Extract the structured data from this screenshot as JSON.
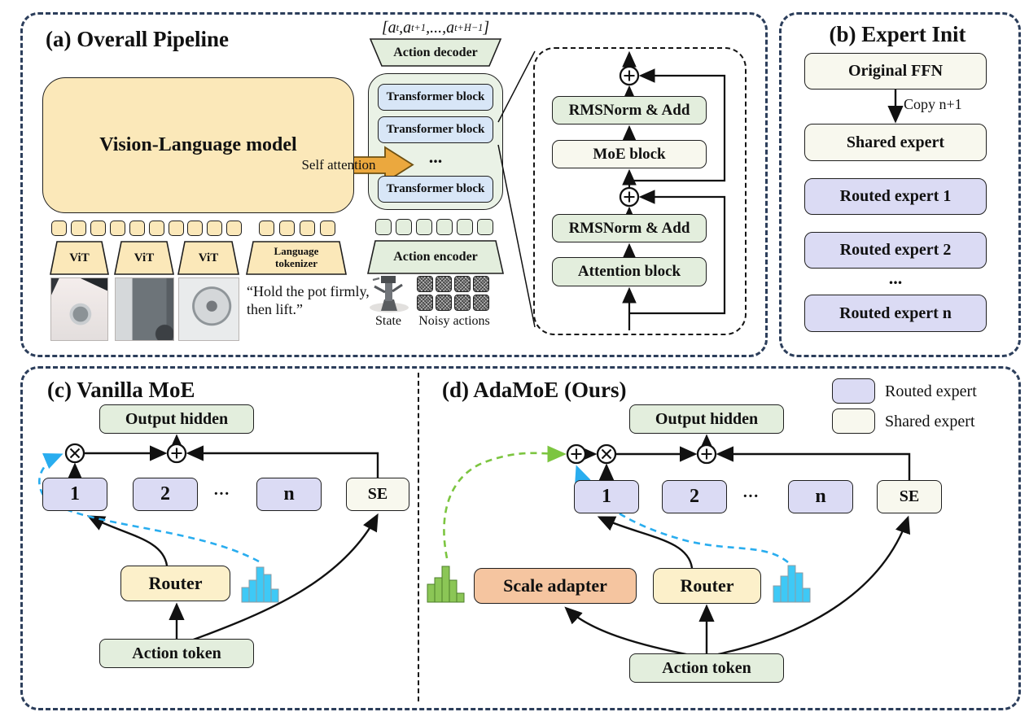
{
  "colors": {
    "panel_dash_navy": "#2c3e5b",
    "inner_dash_black": "#141414",
    "vlm_yellow": "#fbe8b9",
    "sage_green": "#e3eedd",
    "transformer_blue": "#d8e6f7",
    "shared_cream": "#f8f8ee",
    "routed_lavender": "#dbdbf4",
    "router_yellow": "#fcf0ca",
    "scale_adapter_salmon": "#f5c5a0",
    "self_attention_orange": "#eba83e",
    "histogram_blue": "#3ec9f6",
    "histogram_green": "#8bc656",
    "dashed_curve_blue": "#29adef",
    "dashed_curve_green": "#7cc540"
  },
  "panel_a": {
    "title": "(a) Overall Pipeline",
    "vlm": "Vision-Language model",
    "self_attention": "Self attention",
    "formula": {
      "open": "[",
      "a1": "a",
      "s1": "t",
      "c1": ",",
      "a2": "a",
      "s2": "t+1",
      "c2": ",...,",
      "a3": "a",
      "s3": "t+H−1",
      "close": "]"
    },
    "action_decoder": "Action decoder",
    "transformer_block": "Transformer block",
    "dots": "...",
    "vit": "ViT",
    "language_tokenizer": "Language tokenizer",
    "instruction": "“Hold the pot firmly, then lift.”",
    "action_encoder": "Action encoder",
    "state_label": "State",
    "noisy_label": "Noisy actions",
    "detail": {
      "rmsnorm_add": "RMSNorm & Add",
      "moe_block": "MoE block",
      "attention_block": "Attention block"
    }
  },
  "panel_b": {
    "title": "(b) Expert Init",
    "original_ffn": "Original FFN",
    "copy_label": "Copy n+1",
    "shared_expert": "Shared expert",
    "routed": [
      "Routed expert 1",
      "Routed expert 2",
      "Routed expert n"
    ],
    "dots": "..."
  },
  "panel_c": {
    "title": "(c) Vanilla MoE",
    "output_hidden": "Output hidden",
    "expert_1": "1",
    "expert_2": "2",
    "dots": "···",
    "expert_n": "n",
    "shared_expert": "SE",
    "router": "Router",
    "action_token": "Action token"
  },
  "panel_d": {
    "title": "(d) AdaMoE (Ours)",
    "output_hidden": "Output hidden",
    "expert_1": "1",
    "expert_2": "2",
    "dots": "···",
    "expert_n": "n",
    "shared_expert": "SE",
    "scale_adapter": "Scale adapter",
    "router": "Router",
    "action_token": "Action token",
    "legend_routed": "Routed expert",
    "legend_shared": "Shared expert"
  }
}
